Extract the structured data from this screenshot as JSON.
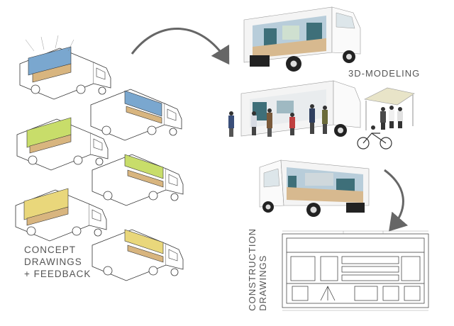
{
  "labels": {
    "concept": [
      "CONCEPT",
      "DRAWINGS",
      "+ FEEDBACK"
    ],
    "modeling": "3D-MODELING",
    "construction": [
      "CONSTRUCTION",
      "DRAWINGS"
    ]
  },
  "colors": {
    "concept_panel_blue": "#7aa7cf",
    "concept_panel_green": "#c8dd6a",
    "concept_panel_yellow": "#e9d77b",
    "concept_wood": "#d8b57f",
    "model_teal": "#3e6f79",
    "model_wood": "#d7b98f",
    "model_blue_wall": "#b8cdda",
    "arrow": "#666666",
    "label_text": "#555555"
  },
  "icons": [
    "curved-arrow-icon",
    "truck-sketch-icon",
    "person-icon",
    "bicycle-icon",
    "canopy-tent-icon"
  ]
}
